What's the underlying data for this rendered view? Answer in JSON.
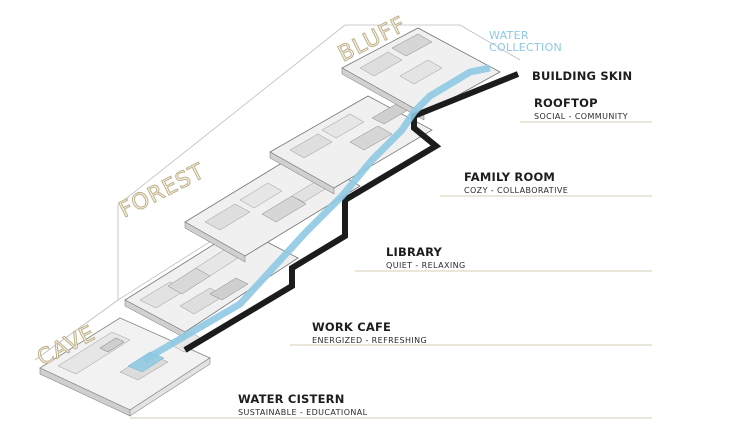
{
  "zones": {
    "bluff": "BLUFF",
    "forest": "FOREST",
    "cave": "CAVE"
  },
  "water_collection": {
    "line1": "WATER",
    "line2": "COLLECTION"
  },
  "levels": [
    {
      "title": "BUILDING SKIN",
      "subtitle": ""
    },
    {
      "title": "ROOFTOP",
      "subtitle": "SOCIAL - COMMUNITY"
    },
    {
      "title": "FAMILY ROOM",
      "subtitle": "COZY - COLLABORATIVE"
    },
    {
      "title": "LIBRARY",
      "subtitle": "QUIET - RELAXING"
    },
    {
      "title": "WORK CAFE",
      "subtitle": "ENERGIZED - REFRESHING"
    },
    {
      "title": "WATER CISTERN",
      "subtitle": "SUSTAINABLE - EDUCATIONAL"
    }
  ],
  "colors": {
    "water": "#8ec9e3",
    "zone_text": "#f7f1e2",
    "zone_outline": "#b9ac85",
    "slab_edge": "#1c1c1c"
  }
}
